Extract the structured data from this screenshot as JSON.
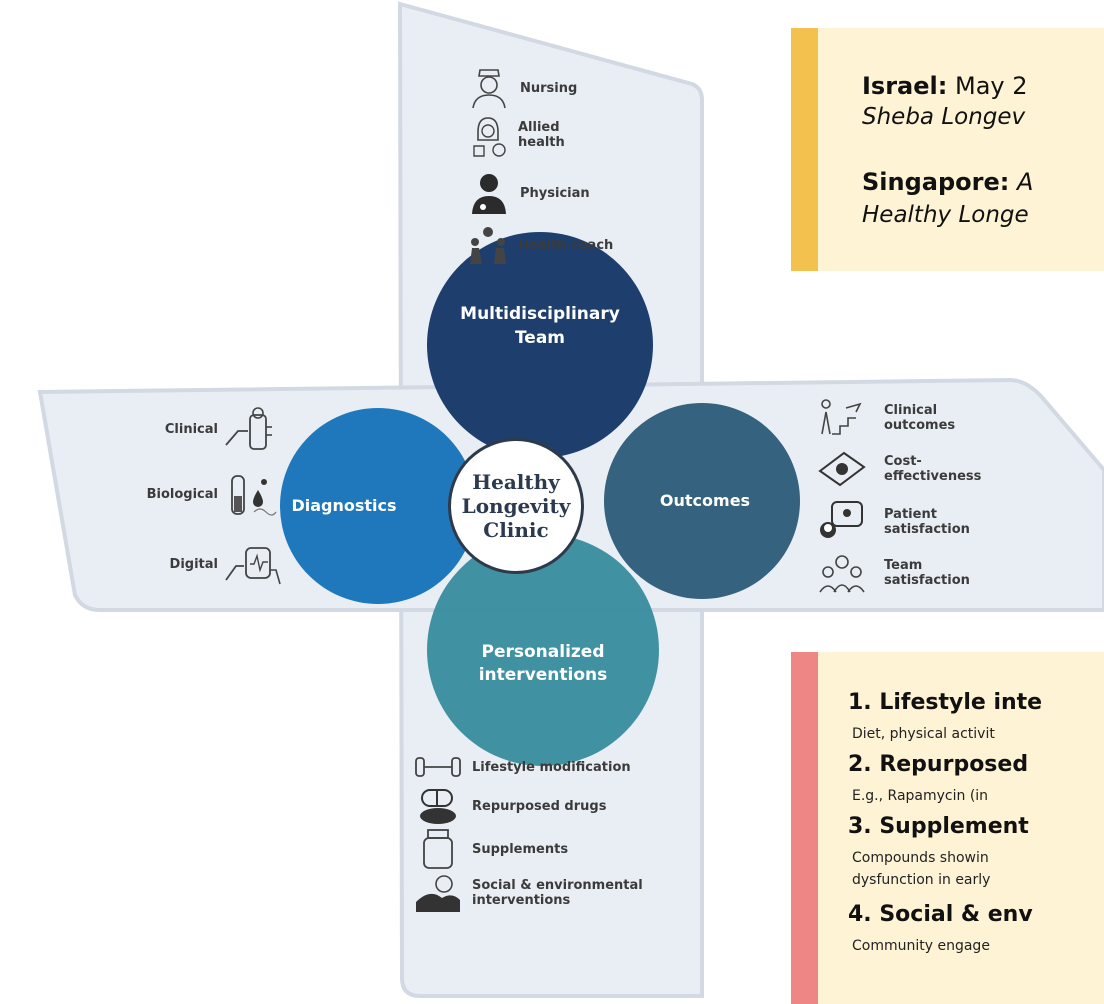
{
  "colors": {
    "team_circle": "#1e3f6e",
    "diagnostics_circle": "#1f78bb",
    "outcomes_circle": "#2a5a78",
    "interventions_circle": "#3a8ea0",
    "arm_fill": "#e9eef4",
    "yellow_panel": "#fff3d6",
    "yellow_bar": "#f2c14e",
    "red_bar": "#ee8686"
  },
  "diagram": {
    "center_lines": [
      "Healthy",
      "Longevity",
      "Clinic"
    ],
    "team_label_lines": [
      "Multidisciplinary",
      "Team"
    ],
    "diagnostics_label": "Diagnostics",
    "outcomes_label": "Outcomes",
    "interventions_label_lines": [
      "Personalized",
      "interventions"
    ],
    "team_items": [
      {
        "icon": "nurse-icon",
        "label": [
          "Nursing"
        ]
      },
      {
        "icon": "allied-health-icon",
        "label": [
          "Allied",
          "health"
        ]
      },
      {
        "icon": "physician-icon",
        "label": [
          "Physician"
        ]
      },
      {
        "icon": "health-coach-icon",
        "label": [
          "Health coach"
        ]
      }
    ],
    "diagnostics_items": [
      {
        "icon": "clinical-hand-icon",
        "label": "Clinical"
      },
      {
        "icon": "test-tube-icon",
        "label": "Biological"
      },
      {
        "icon": "smartwatch-icon",
        "label": "Digital"
      }
    ],
    "outcomes_items": [
      {
        "icon": "stairs-icon",
        "label": [
          "Clinical",
          "outcomes"
        ]
      },
      {
        "icon": "money-icon",
        "label": [
          "Cost-",
          "effectiveness"
        ]
      },
      {
        "icon": "patient-chat-icon",
        "label": [
          "Patient",
          "satisfaction"
        ]
      },
      {
        "icon": "team-icon",
        "label": [
          "Team",
          "satisfaction"
        ]
      }
    ],
    "interventions_items": [
      {
        "icon": "dumbbell-icon",
        "label": [
          "Lifestyle modification"
        ]
      },
      {
        "icon": "pill-icon",
        "label": [
          "Repurposed drugs"
        ]
      },
      {
        "icon": "supplement-bottle-icon",
        "label": [
          "Supplements"
        ]
      },
      {
        "icon": "nature-icon",
        "label": [
          "Social & environmental",
          "interventions"
        ]
      }
    ]
  },
  "panel_top": {
    "israel_label": "Israel:",
    "israel_text": "May 2",
    "israel_sub": "Sheba Longev",
    "singapore_label": "Singapore:",
    "singapore_text": "A",
    "singapore_sub": "Healthy Longe"
  },
  "panel_bottom": {
    "item1_title": "1. Lifestyle inte",
    "item1_desc": "Diet, physical activit",
    "item2_title": "2. Repurposed",
    "item2_desc": "E.g., Rapamycin (in",
    "item3_title": "3. Supplement",
    "item3_desc_1": "Compounds showin",
    "item3_desc_2": "dysfunction in early",
    "item4_title": "4. Social & env",
    "item4_desc": "Community engage"
  }
}
